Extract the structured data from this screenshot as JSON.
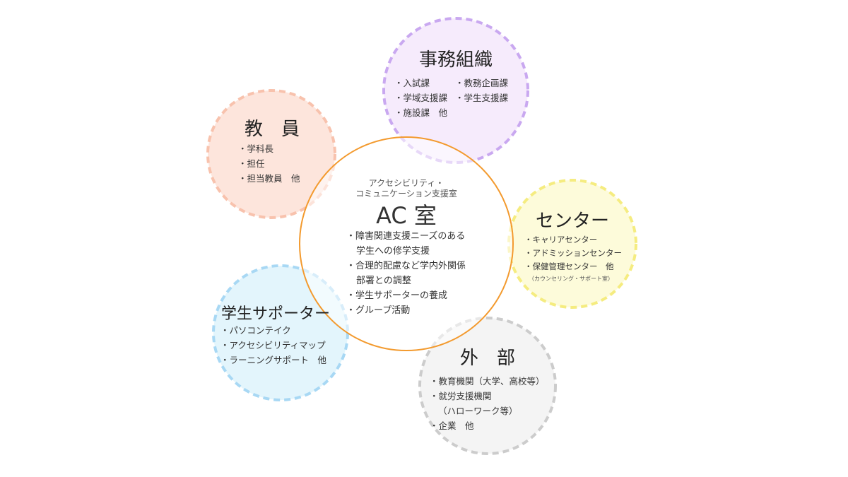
{
  "colors": {
    "ac": "#f39a2e",
    "jimu": "#c9a8f0",
    "kyoin": "#f8c2ad",
    "center": "#f5ec80",
    "supporter": "#a8d8f4",
    "gaibu": "#cccccc"
  },
  "ac": {
    "subtitle1": "アクセシビリティ・",
    "subtitle2": "コミュニケーション支援室",
    "title": "AC 室",
    "items": [
      "障害関連支援ニーズのある",
      "学生サポーターの養成",
      "グループ活動",
      "合理的配慮など学内外関係"
    ],
    "cont": [
      "学生への修学支援",
      "部署との調整"
    ]
  },
  "jimu": {
    "title": "事務組織",
    "items": [
      "入試課",
      "学域支援課",
      "施設課　他",
      "教務企画課",
      "学生支援課"
    ]
  },
  "kyoin": {
    "title": "教　員",
    "items": [
      "学科長",
      "担任",
      "担当教員　他"
    ]
  },
  "center": {
    "title": "センター",
    "items": [
      "キャリアセンター",
      "アドミッションセンター",
      "保健管理センター　他"
    ],
    "note": "（カウンセリング・サポート室）"
  },
  "supporter": {
    "title": "学生サポーター",
    "items": [
      "パソコンテイク",
      "アクセシビリティマップ",
      "ラーニングサポート　他"
    ]
  },
  "gaibu": {
    "title": "外　部",
    "items": [
      "教育機関（大学、高校等）",
      "就労支援機関",
      "企業　他"
    ],
    "cont": "（ハローワーク等）"
  }
}
